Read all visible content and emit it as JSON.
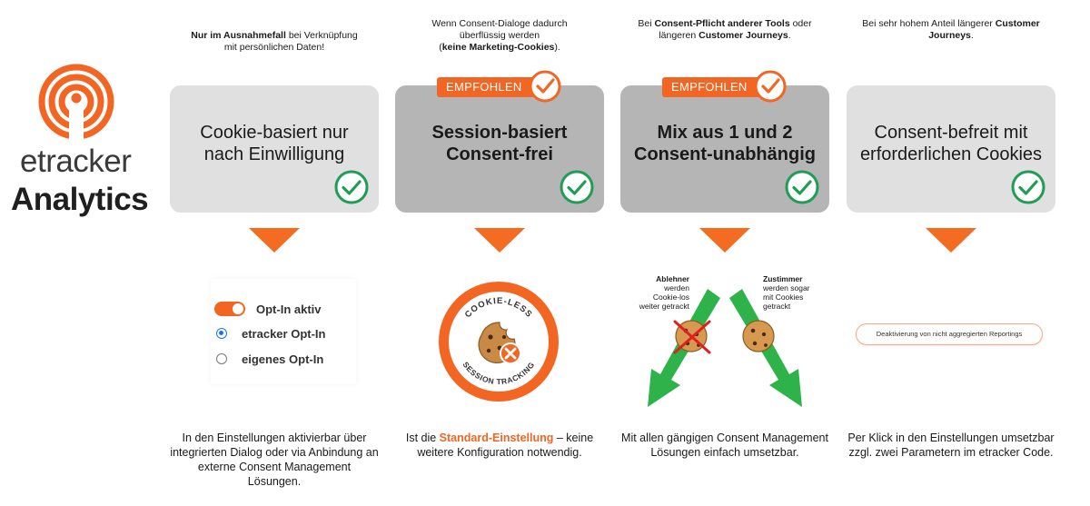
{
  "logo": {
    "brand": "etracker",
    "product": "Analytics"
  },
  "columns": [
    {
      "note_parts": [
        {
          "text": "Nur im Ausnahmefall",
          "bold": true
        },
        {
          "text": " bei Verknüpfung\nmit persönlichen Daten!",
          "bold": false
        }
      ],
      "title": "Cookie-basiert nur nach Einwilligung",
      "title_lines": [
        "Cookie-basiert nur",
        "nach Einwilligung"
      ],
      "recommended": false,
      "description": "In den Einstellungen aktivierbar über integrierten Dialog oder via Anbindung an externe Consent Management Lösungen."
    },
    {
      "note_parts": [
        {
          "text": "Wenn Consent-Dialoge dadurch\nüberflüssig werden\n(",
          "bold": false
        },
        {
          "text": "keine Marketing-Cookies",
          "bold": true
        },
        {
          "text": ").",
          "bold": false
        }
      ],
      "title_lines": [
        "Session-basiert",
        "Consent-frei"
      ],
      "recommended": true,
      "description_parts": [
        {
          "text": "Ist die ",
          "hl": false
        },
        {
          "text": "Standard-Einstellung",
          "hl": true
        },
        {
          "text": " – keine weitere Konfiguration notwendig.",
          "hl": false
        }
      ]
    },
    {
      "note_parts": [
        {
          "text": "Bei ",
          "bold": false
        },
        {
          "text": "Consent-Pflicht anderer Tools",
          "bold": true
        },
        {
          "text": " oder\nlängeren ",
          "bold": false
        },
        {
          "text": "Customer Journeys",
          "bold": true
        },
        {
          "text": ".",
          "bold": false
        }
      ],
      "title_lines": [
        "Mix aus 1 und 2",
        "Consent-unabhängig"
      ],
      "recommended": true,
      "description": "Mit allen gängigen Consent Management Lösungen einfach umsetzbar."
    },
    {
      "note_parts": [
        {
          "text": "Bei sehr hohem Anteil längerer ",
          "bold": false
        },
        {
          "text": "Customer\nJourneys",
          "bold": true
        },
        {
          "text": ".",
          "bold": false
        }
      ],
      "title_lines": [
        "Consent-befreit mit",
        "erforderlichen Cookies"
      ],
      "recommended": false,
      "description": "Per Klick in den Einstellungen umsetzbar zzgl. zwei Parametern im etracker Code."
    }
  ],
  "badge_label": "EMPFOHLEN",
  "optin_panel": {
    "toggle_label": "Opt-In aktiv",
    "radio_1": "etracker Opt-In",
    "radio_2": "eigenes Opt-In",
    "radio_selected": 1
  },
  "seal": {
    "top_text": "COOKIE-LESS",
    "bottom_text": "SESSION TRACKING"
  },
  "mix": {
    "left_title": "Ablehner",
    "left_text": [
      "werden",
      "Cookie-los",
      "weiter getrackt"
    ],
    "right_title": "Zustimmer",
    "right_text": [
      "werden sogar",
      "mit Cookies",
      "getrackt"
    ]
  },
  "chip_text": "Deaktivierung von nicht aggregierten Reportings",
  "colors": {
    "accent": "#f26522",
    "check_green": "#1f9d55",
    "arrow_green": "#2db34a",
    "card_light": "#e0e0e0",
    "card_dark": "#b5b5b5"
  }
}
